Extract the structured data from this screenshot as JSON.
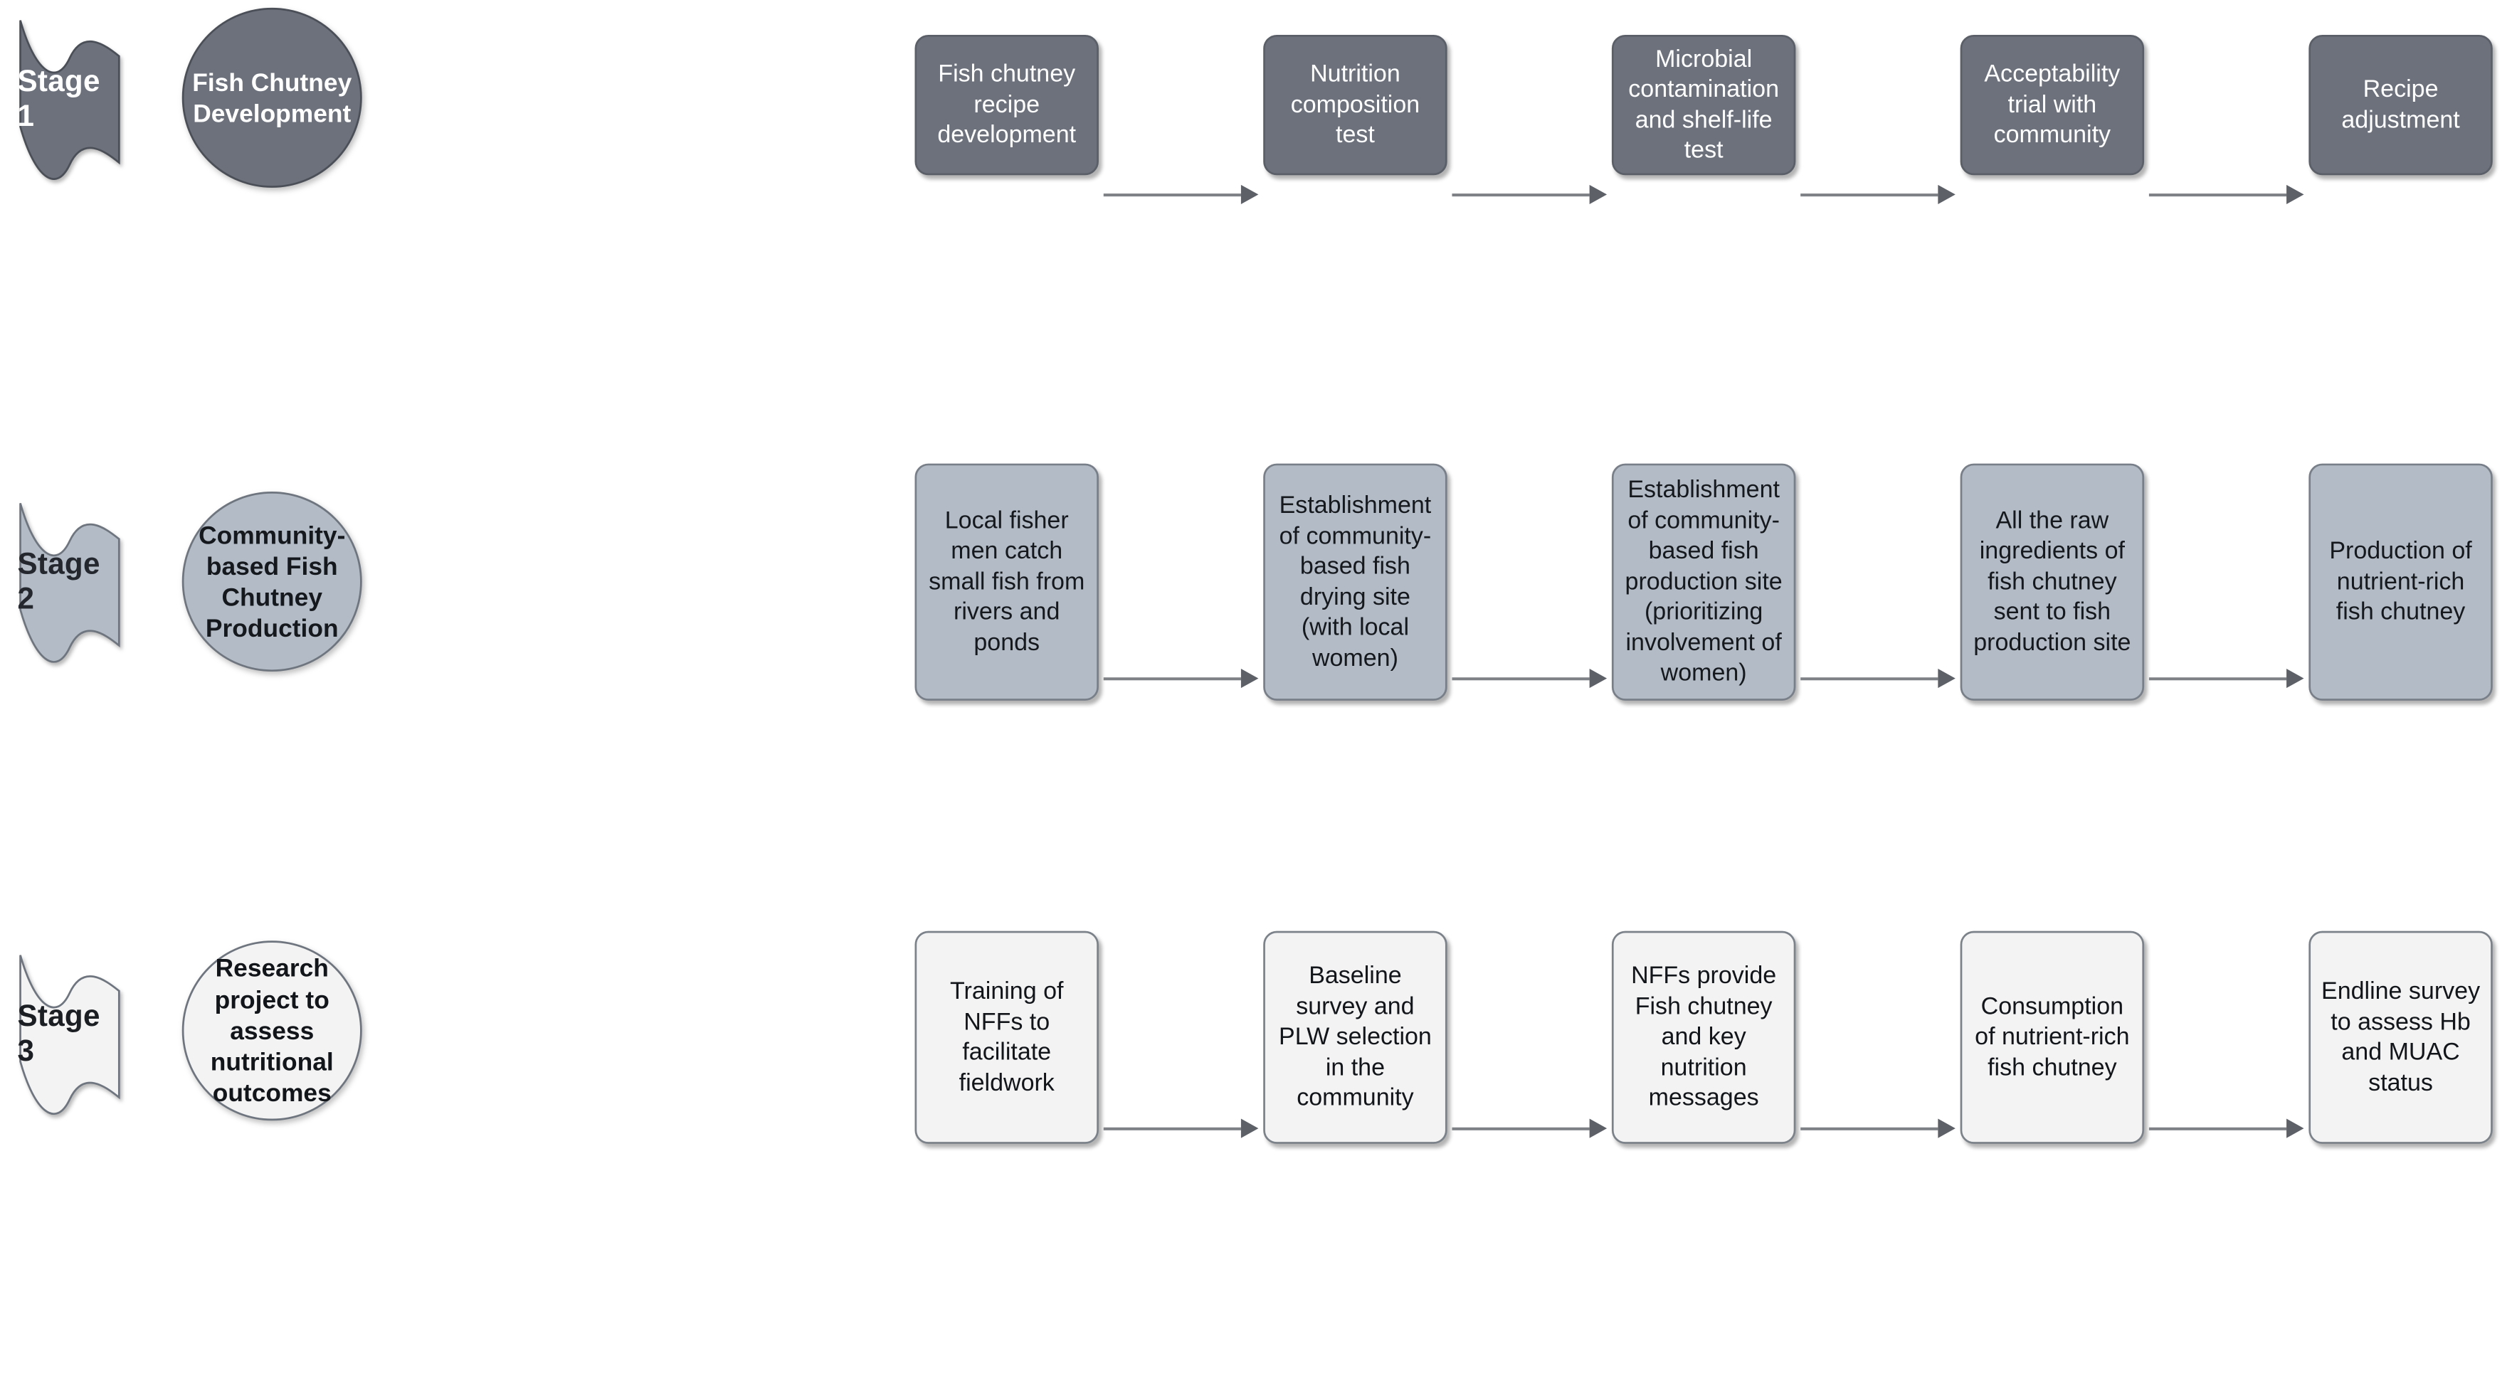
{
  "diagram": {
    "title": "Fish Chutney Project Stages Flowchart",
    "colors": {
      "stage1_fill": "#6c717c",
      "stage1_text": "#ffffff",
      "stage2_fill": "#b3bbc6",
      "stage2_text": "#15191e",
      "stage3_fill": "#f3f3f4",
      "stage3_text": "#121519",
      "arrow": "#5d6066",
      "background": "#ffffff"
    },
    "arrow_icon": "arrow-right-icon",
    "stages": [
      {
        "banner_label": "Stage 1",
        "circle_label": "Fish Chutney Development",
        "steps": [
          "Fish chutney recipe development",
          "Nutrition composition test",
          "Microbial contamination and shelf-life test",
          "Acceptability trial with community",
          "Recipe adjustment"
        ]
      },
      {
        "banner_label": "Stage 2",
        "circle_label": "Community-based Fish Chutney Production",
        "steps": [
          "Local fisher men catch small fish from rivers and ponds",
          "Establishment of community-based fish drying site (with local women)",
          "Establishment of community-based fish production site  (prioritizing involvement of women)",
          "All the raw ingredients of fish chutney sent to fish production site",
          "Production of nutrient-rich fish chutney"
        ]
      },
      {
        "banner_label": "Stage 3",
        "circle_label": "Research project to assess nutritional outcomes",
        "steps": [
          "Training of NFFs to facilitate fieldwork",
          "Baseline survey and PLW selection in the community",
          "NFFs provide Fish chutney and key nutrition messages",
          "Consumption of nutrient-rich fish chutney",
          "Endline survey to assess Hb and MUAC status"
        ]
      }
    ]
  }
}
